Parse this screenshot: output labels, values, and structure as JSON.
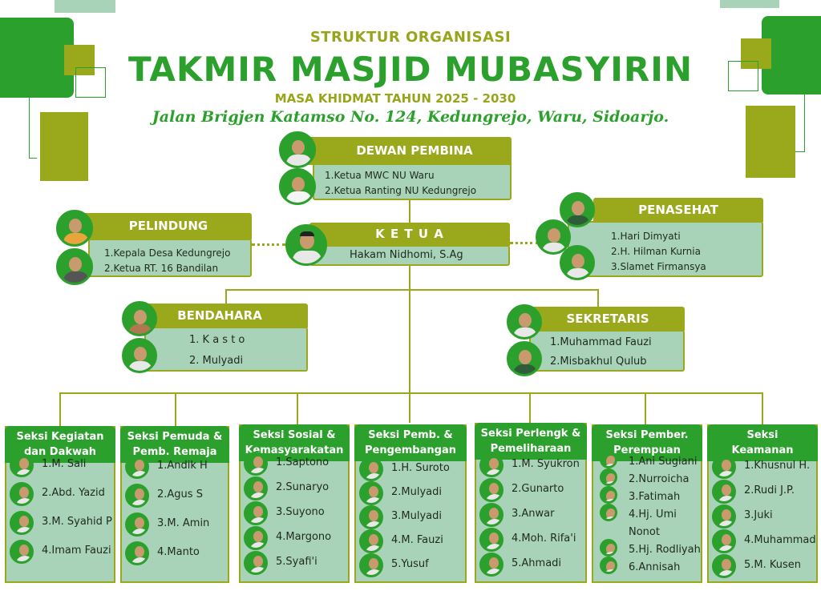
{
  "header": {
    "line1": "STRUKTUR ORGANISASI",
    "line2": "TAKMIR MASJID MUBASYIRIN",
    "line3": "MASA KHIDMAT TAHUN 2025 - 2030",
    "line4": "Jalan Brigjen Katamso No. 124, Kedungrejo, Waru, Sidoarjo."
  },
  "dewan_pembina": {
    "title": "DEWAN PEMBINA",
    "members": [
      "1.Ketua MWC NU Waru",
      "2.Ketua Ranting NU Kedungrejo"
    ]
  },
  "pelindung": {
    "title": "PELINDUNG",
    "members": [
      "1.Kepala Desa Kedungrejo",
      "2.Ketua RT. 16 Bandilan"
    ]
  },
  "ketua": {
    "title": "K E T U A",
    "name": "Hakam Nidhomi, S.Ag"
  },
  "penasehat": {
    "title": "PENASEHAT",
    "members": [
      "1.Hari Dimyati",
      "2.H. Hilman Kurnia",
      "3.Slamet Firmansya"
    ]
  },
  "bendahara": {
    "title": "BENDAHARA",
    "members": [
      "1. K a s t o",
      "2. Mulyadi"
    ]
  },
  "sekretaris": {
    "title": "SEKRETARIS",
    "members": [
      "1.Muhammad Fauzi",
      "2.Misbakhul Qulub"
    ]
  },
  "seksi": [
    {
      "title1": "Seksi Kegiatan",
      "title2": "dan Dakwah",
      "members": [
        "1.M. Sali",
        "2.Abd. Yazid",
        "3.M. Syahid P",
        "4.Imam Fauzi"
      ]
    },
    {
      "title1": "Seksi Pemuda &",
      "title2": "Pemb. Remaja",
      "members": [
        "1.Andik H",
        "2.Agus S",
        "3.M. Amin",
        "4.Manto"
      ]
    },
    {
      "title1": "Seksi Sosial &",
      "title2": "Kemasyarakatan",
      "members": [
        "1.Saptono",
        "2.Sunaryo",
        "3.Suyono",
        "4.Margono",
        "5.Syafi'i"
      ]
    },
    {
      "title1": "Seksi Pemb. &",
      "title2": "Pengembangan",
      "members": [
        "1.H. Suroto",
        "2.Mulyadi",
        "3.Mulyadi",
        "4.M. Fauzi",
        "5.Yusuf"
      ]
    },
    {
      "title1": "Seksi Perlengk &",
      "title2": "Pemeliharaan",
      "members": [
        "1.M. Syukron",
        "2.Gunarto",
        "3.Anwar",
        "4.Moh. Rifa'i",
        "5.Ahmadi"
      ]
    },
    {
      "title1": "Seksi Pember.",
      "title2": "Perempuan",
      "members": [
        "1.Ani Sugiani",
        "2.Nurroicha",
        "3.Fatimah",
        "4.Hj. Umi",
        "Nonot",
        "5.Hj. Rodliyah",
        "6.Annisah"
      ]
    },
    {
      "title1": "Seksi",
      "title2": "Keamanan",
      "members": [
        "1.Khusnul H.",
        "2.Rudi J.P.",
        "3.Juki",
        "4.Muhammad",
        "5.M. Kusen"
      ]
    }
  ],
  "colors": {
    "green": "#2ca02c",
    "olive": "#9aa81c",
    "mint": "#a9d3b8"
  }
}
